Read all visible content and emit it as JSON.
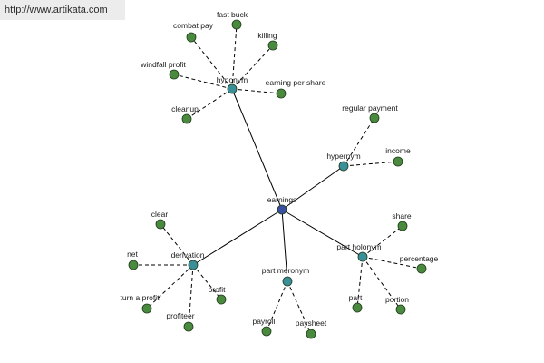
{
  "source_url": "http://www.artikata.com",
  "colors": {
    "center": "#3a4fa0",
    "relation": "#3a8f99",
    "leaf": "#4a8a3f",
    "edge": "#000000"
  },
  "graph": {
    "center": {
      "id": "earnings",
      "label": "earnings"
    },
    "relations": [
      {
        "id": "hyponym",
        "label": "hyponym",
        "children": [
          "fast buck",
          "combat pay",
          "killing",
          "windfall profit",
          "earning per share",
          "cleanup"
        ]
      },
      {
        "id": "hypernym",
        "label": "hypernym",
        "children": [
          "regular payment",
          "income"
        ]
      },
      {
        "id": "derivation",
        "label": "derivation",
        "children": [
          "clear",
          "net",
          "turn a profit",
          "profiteer",
          "profit"
        ]
      },
      {
        "id": "part-meronym",
        "label": "part meronym",
        "children": [
          "payroll",
          "paysheet"
        ]
      },
      {
        "id": "part-holonym",
        "label": "part holonym",
        "children": [
          "share",
          "percentage",
          "part",
          "portion"
        ]
      }
    ]
  }
}
